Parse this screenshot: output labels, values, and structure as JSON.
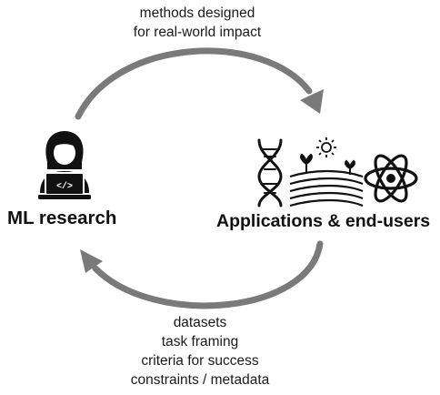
{
  "top_caption": {
    "line1": "methods designed",
    "line2": "for real-world impact"
  },
  "left_node": {
    "label": "ML research",
    "icon": "researcher-laptop-icon"
  },
  "right_node": {
    "label": "Applications & end-users",
    "icons": [
      "dna-icon",
      "sun-icon",
      "sprout-icon",
      "farm-fields-icon",
      "atom-icon"
    ]
  },
  "bottom_caption": {
    "lines": [
      "datasets",
      "task framing",
      "criteria for success",
      "constraints / metadata"
    ]
  },
  "colors": {
    "arrow": "#7a7a7a",
    "text": "#111111",
    "laptop_code": "#ffffff"
  }
}
